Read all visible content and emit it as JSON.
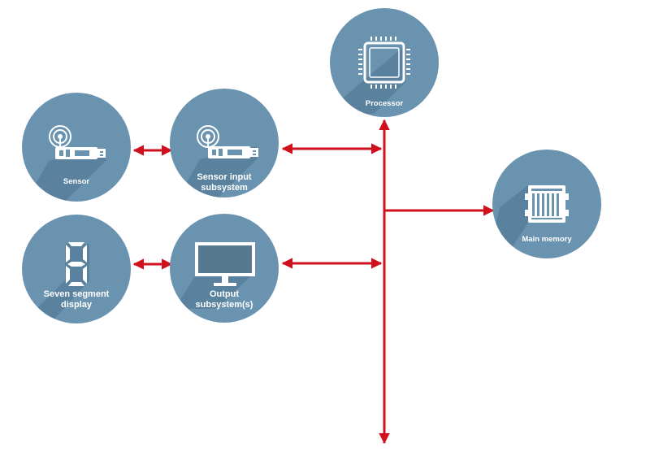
{
  "colors": {
    "node_fill": "#6a93b0",
    "node_shadow": "#4d7590",
    "bus": "#d0101c",
    "icon": "#ffffff",
    "label": "#ffffff"
  },
  "nodes": {
    "sensor": {
      "label": "Sensor",
      "icon": "usb-sensor-icon"
    },
    "sensor_input": {
      "label_line1": "Sensor input",
      "label_line2": "subsystem",
      "icon": "usb-sensor-icon"
    },
    "processor": {
      "label": "Processor",
      "icon": "cpu-chip-icon"
    },
    "main_memory": {
      "label": "Main memory",
      "icon": "memory-module-icon"
    },
    "seven_segment": {
      "label_line1": "Seven segment",
      "label_line2": "display",
      "icon": "seven-segment-digit-icon"
    },
    "output": {
      "label_line1": "Output",
      "label_line2": "subsystem(s)",
      "icon": "monitor-icon"
    }
  }
}
